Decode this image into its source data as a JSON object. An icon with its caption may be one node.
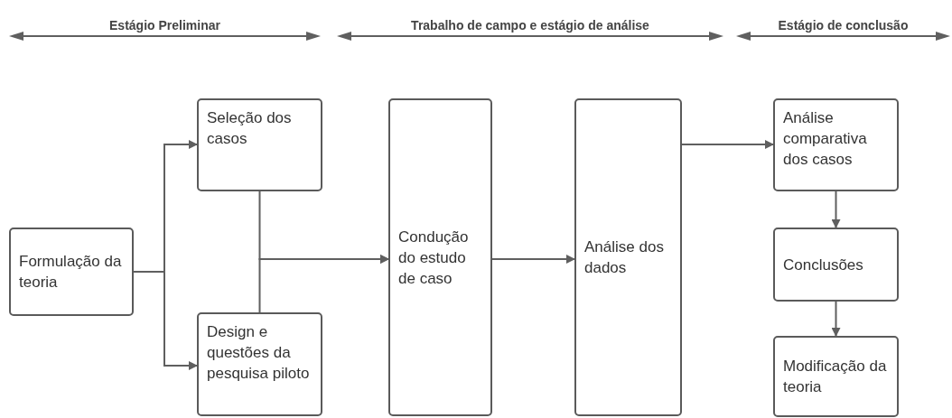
{
  "diagram": {
    "nodes": [
      {
        "text": [
          "Formulação da teoria"
        ]
      },
      {
        "text": [
          "Seleção dos casos"
        ]
      },
      {
        "text": [
          "Design e questões da pesquisa piloto"
        ]
      },
      {
        "text": [
          "Condução do estudo de caso"
        ]
      },
      {
        "text": [
          "Análise dos dados"
        ]
      },
      {
        "text": [
          "Análise comparativa dos casos"
        ]
      },
      {
        "text": [
          "Conclusões"
        ]
      },
      {
        "text": [
          "Modificação da teoria"
        ]
      }
    ],
    "edges": [
      {
        "from": 0,
        "to": 1,
        "arrow": "to"
      },
      {
        "from": 0,
        "to": 2,
        "arrow": "to"
      },
      {
        "from": 1,
        "to": 3,
        "arrow": "to"
      },
      {
        "from": 2,
        "to": 3,
        "arrow": "to"
      },
      {
        "from": 3,
        "to": 4,
        "arrow": "to"
      },
      {
        "from": 4,
        "to": 5,
        "arrow": "to"
      },
      {
        "from": 5,
        "to": 6,
        "arrow": "to"
      },
      {
        "from": 6,
        "to": 7,
        "arrow": "to"
      }
    ],
    "labels": [
      "Estágio Preliminar",
      "Trabalho de campo e estágio de análise",
      "Estágio de conclusão"
    ]
  }
}
